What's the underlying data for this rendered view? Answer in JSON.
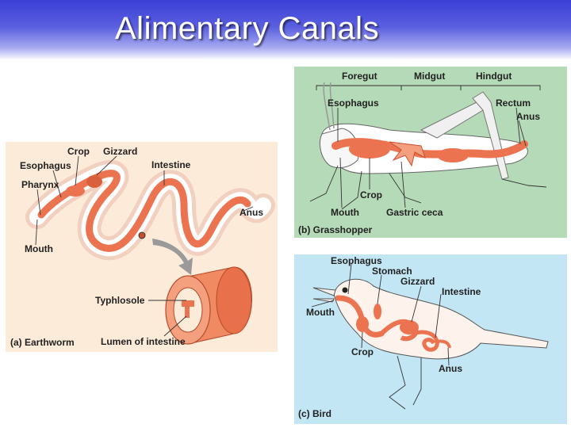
{
  "slide": {
    "title": "Alimentary Canals"
  },
  "earthworm": {
    "caption": "(a) Earthworm",
    "labels": {
      "crop": "Crop",
      "gizzard": "Gizzard",
      "esophagus": "Esophagus",
      "intestine": "Intestine",
      "pharynx": "Pharynx",
      "anus": "Anus",
      "mouth": "Mouth",
      "typhlosole": "Typhlosole",
      "lumen": "Lumen of intestine"
    }
  },
  "grasshopper": {
    "caption": "(b) Grasshopper",
    "labels": {
      "foregut": "Foregut",
      "midgut": "Midgut",
      "hindgut": "Hindgut",
      "esophagus": "Esophagus",
      "rectum": "Rectum",
      "anus": "Anus",
      "crop": "Crop",
      "mouth": "Mouth",
      "gastric_ceca": "Gastric ceca"
    }
  },
  "bird": {
    "caption": "(c) Bird",
    "labels": {
      "esophagus": "Esophagus",
      "stomach": "Stomach",
      "gizzard": "Gizzard",
      "intestine": "Intestine",
      "mouth": "Mouth",
      "crop": "Crop",
      "anus": "Anus"
    }
  },
  "colors": {
    "earthworm_bg": "#fcebd9",
    "grasshopper_bg": "#b5dab7",
    "bird_bg": "#c3e6f4",
    "gut": "#ec7350",
    "gut_dark": "#c84f2e"
  }
}
